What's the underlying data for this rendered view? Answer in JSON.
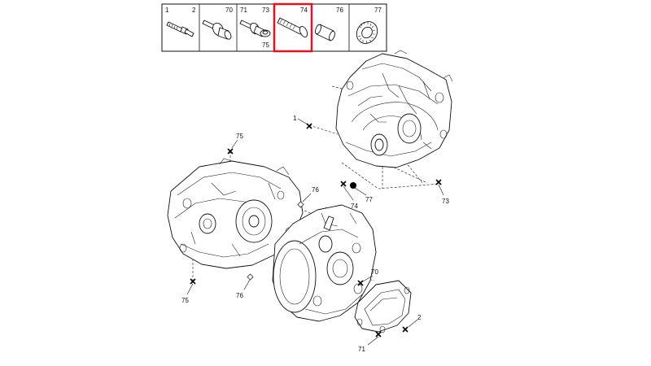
{
  "legend": {
    "cells": [
      {
        "labels": [
          "1",
          "2"
        ],
        "icon": "stud-bolt-icon"
      },
      {
        "labels": [
          "70"
        ],
        "icon": "flange-bolt-icon"
      },
      {
        "labels": [
          "71",
          "73",
          "75"
        ],
        "icon": "bolt-washer-icon"
      },
      {
        "labels": [
          "74"
        ],
        "icon": "threaded-pin-icon",
        "highlighted": true
      },
      {
        "labels": [
          "76"
        ],
        "icon": "dowel-sleeve-icon"
      },
      {
        "labels": [
          "77"
        ],
        "icon": "serrated-washer-icon"
      }
    ],
    "highlight_color": "#e0141e"
  },
  "callouts": {
    "c1": "1",
    "c2": "2",
    "c70": "70",
    "c71": "71",
    "c73": "73",
    "c74": "74",
    "c75a": "75",
    "c75b": "75",
    "c76a": "76",
    "c76b": "76",
    "c77": "77"
  }
}
